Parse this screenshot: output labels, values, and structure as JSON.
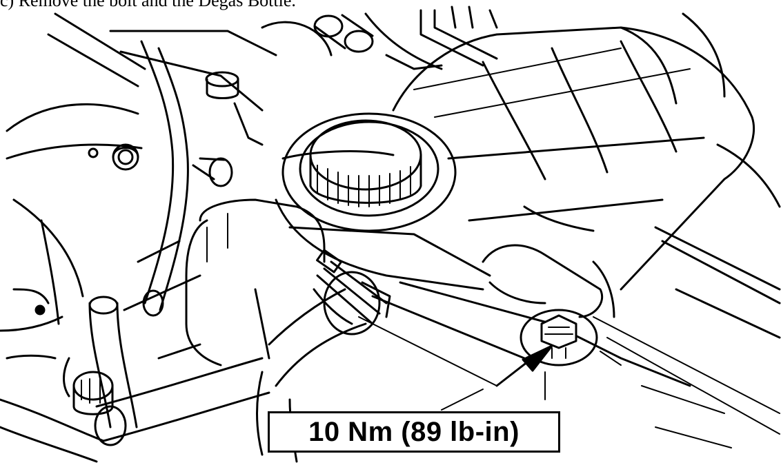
{
  "step_instruction": "c)  Remove the bolt and the Degas Bottle.",
  "torque_callout": {
    "label": "10 Nm (89 lb-in)"
  },
  "figure": {
    "line_color": "#000000",
    "background_color": "#ffffff",
    "depicted_parts": [
      "degas-bottle",
      "pressure-cap",
      "retaining-bolt",
      "coolant-hose",
      "hose-clamp",
      "callout-arrow"
    ]
  }
}
